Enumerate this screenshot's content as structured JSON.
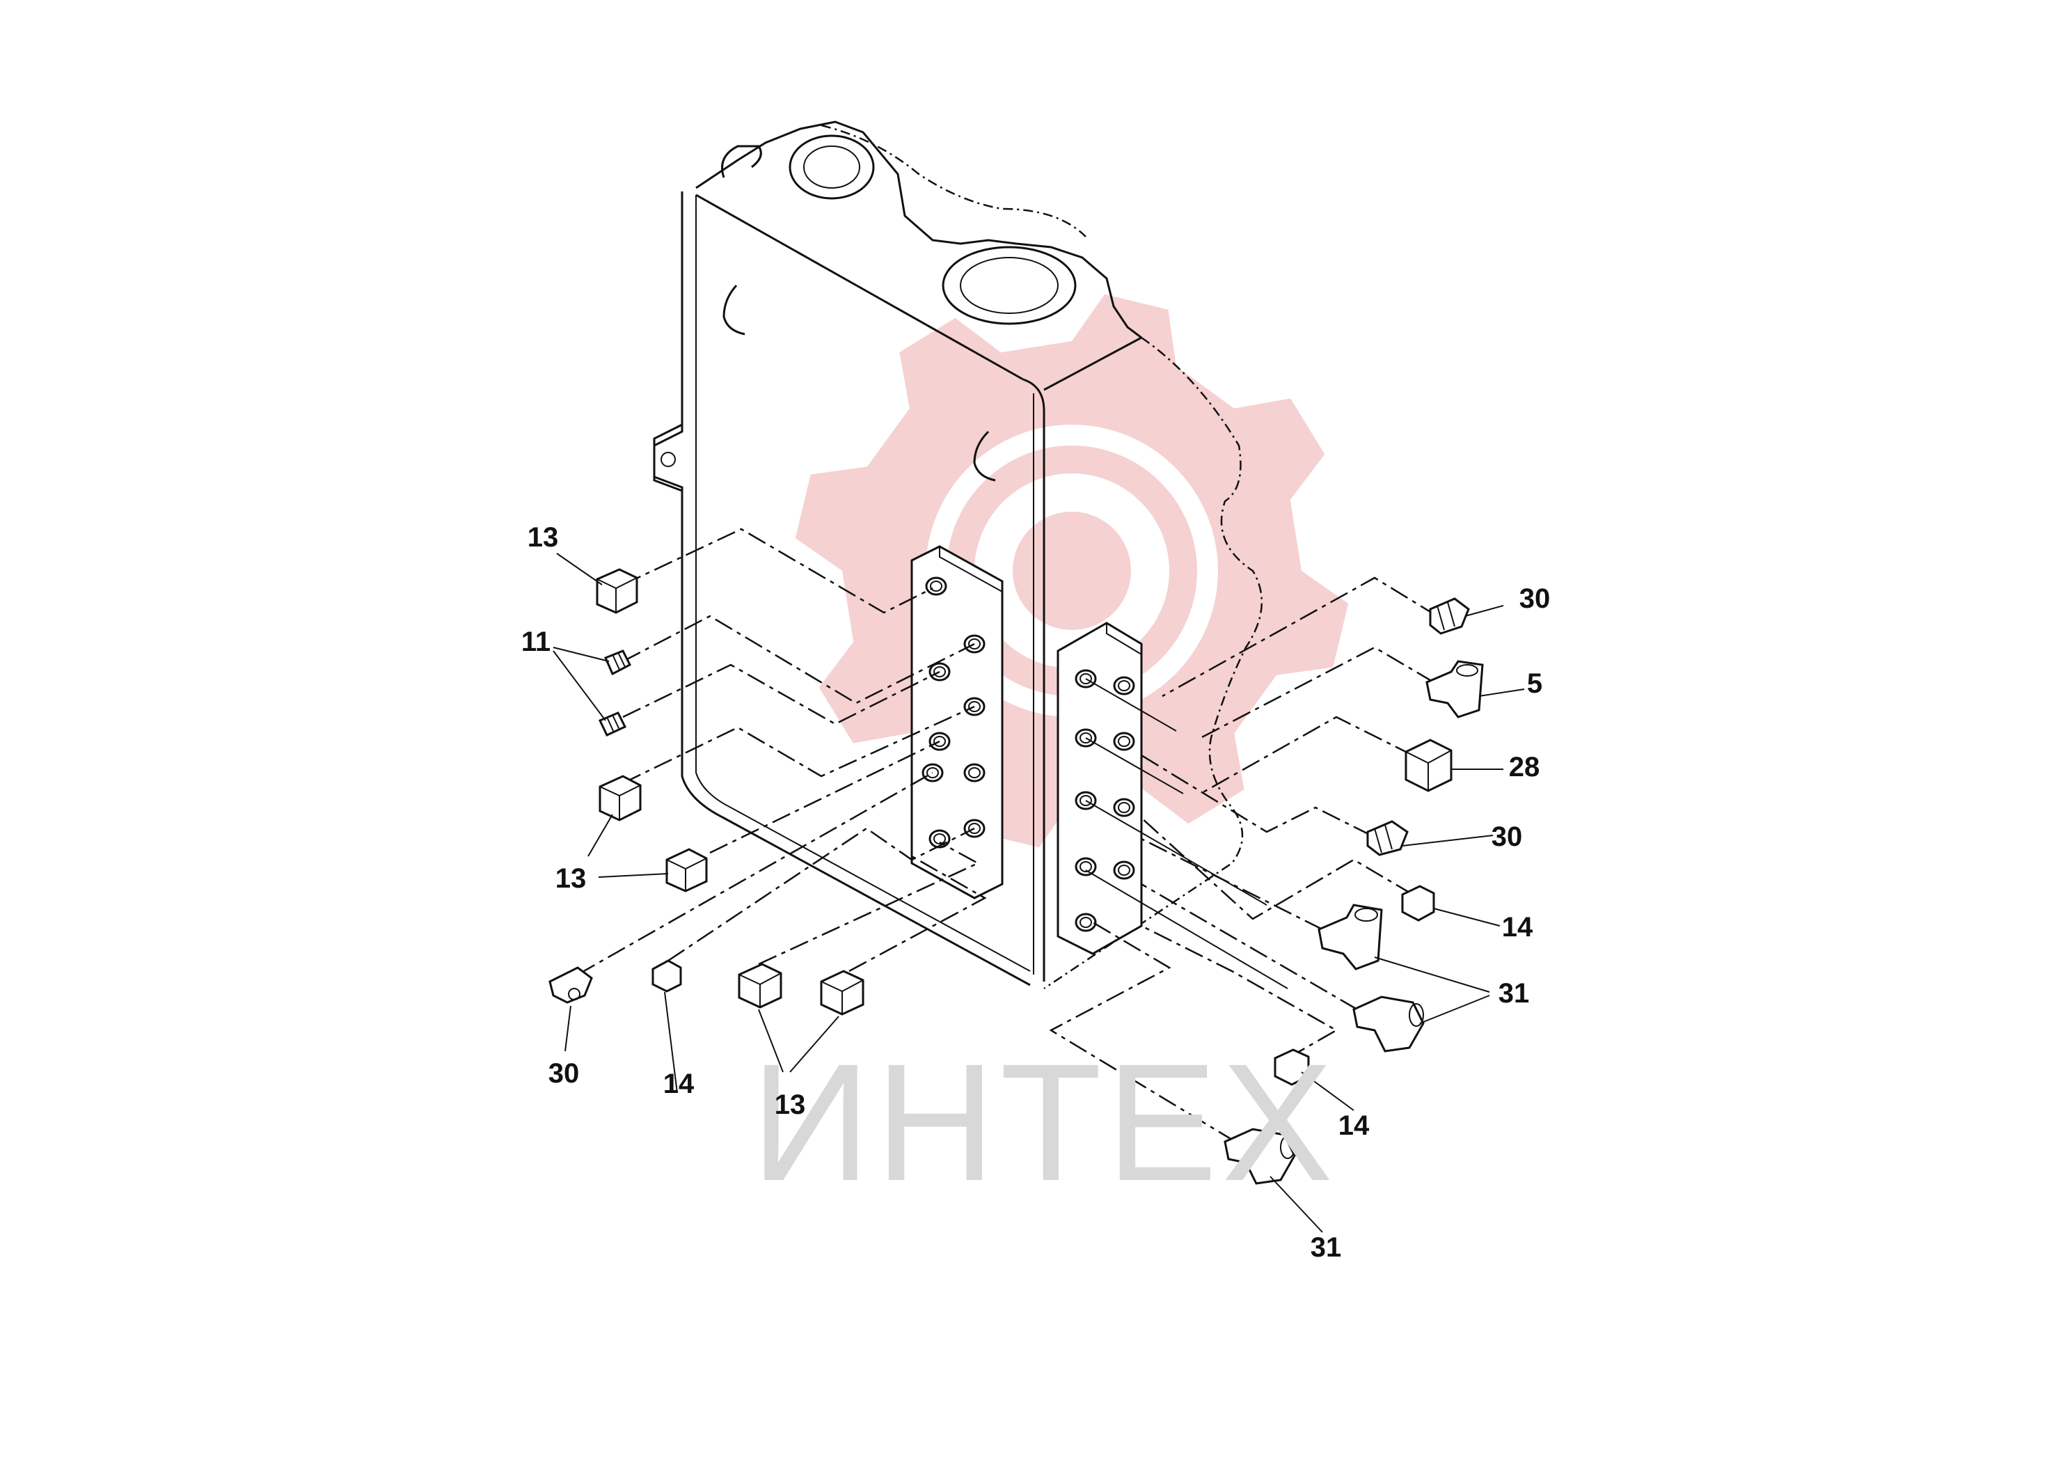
{
  "watermark": {
    "text": "ИНТЕХ",
    "gear_color": "#f4c9c9",
    "text_color": "#d8d8d8"
  },
  "callouts": [
    {
      "id": "c1",
      "label": "13"
    },
    {
      "id": "c2",
      "label": "11"
    },
    {
      "id": "c3",
      "label": "13"
    },
    {
      "id": "c4",
      "label": "13"
    },
    {
      "id": "c5",
      "label": "30"
    },
    {
      "id": "c6",
      "label": "14"
    },
    {
      "id": "c7",
      "label": "13"
    },
    {
      "id": "c8",
      "label": "30"
    },
    {
      "id": "c9",
      "label": "5"
    },
    {
      "id": "c10",
      "label": "28"
    },
    {
      "id": "c11",
      "label": "30"
    },
    {
      "id": "c12",
      "label": "14"
    },
    {
      "id": "c13",
      "label": "31"
    },
    {
      "id": "c14",
      "label": "14"
    },
    {
      "id": "c15",
      "label": "31"
    }
  ]
}
